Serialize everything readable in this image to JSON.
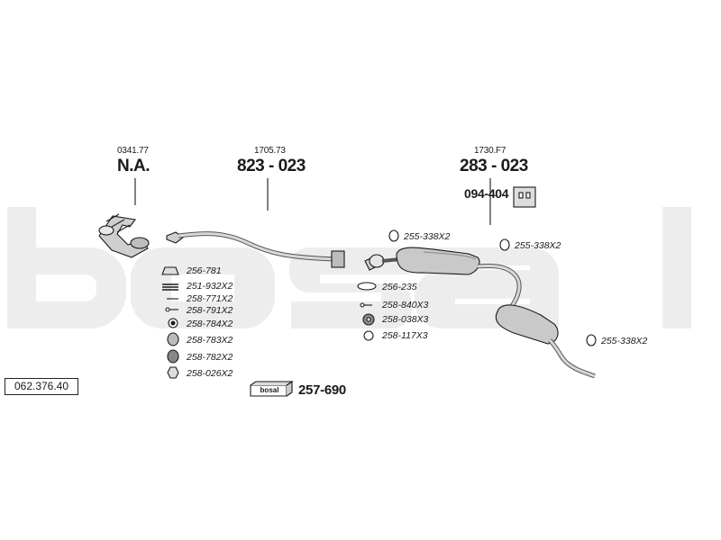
{
  "watermark": {
    "text": "bosal"
  },
  "reference_number": "062.376.40",
  "sections": [
    {
      "code": "0341.77",
      "part": "N.A."
    },
    {
      "code": "1705.73",
      "part": "823 - 023"
    },
    {
      "code": "1730.F7",
      "part": "283 - 023"
    }
  ],
  "bracket_part": "094-404",
  "fitting_labels": {
    "front": [
      "256-781",
      "251-932X2",
      "258-771X2",
      "258-791X2",
      "258-784X2",
      "258-783X2",
      "258-782X2",
      "258-026X2"
    ],
    "middle": [
      "255-338X2",
      "256-235",
      "258-840X3",
      "258-038X3",
      "258-117X3"
    ],
    "rear": [
      "255-338X2",
      "255-338X2"
    ]
  },
  "kit": {
    "logo": "bosal",
    "part": "257-690"
  }
}
